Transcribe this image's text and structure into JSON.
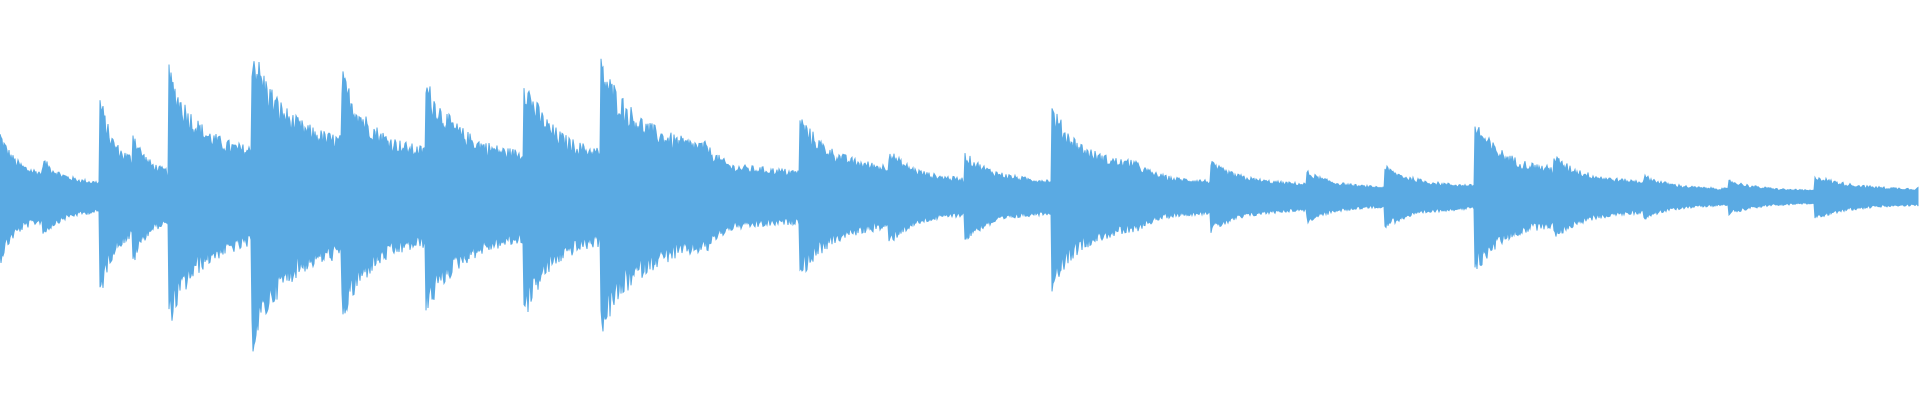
{
  "colors": {
    "background": "#ffffff",
    "waveform": "#5AAAE3"
  },
  "waveform": {
    "onsets": [
      {
        "t": 0.0,
        "a": 0.3
      },
      {
        "t": 0.022,
        "a": 0.18
      },
      {
        "t": 0.052,
        "a": 0.48
      },
      {
        "t": 0.069,
        "a": 0.32
      },
      {
        "t": 0.088,
        "a": 0.58
      },
      {
        "t": 0.131,
        "a": 0.7
      },
      {
        "t": 0.178,
        "a": 0.57
      },
      {
        "t": 0.222,
        "a": 0.53
      },
      {
        "t": 0.273,
        "a": 0.56
      },
      {
        "t": 0.313,
        "a": 0.62
      },
      {
        "t": 0.37,
        "a": 0.22
      },
      {
        "t": 0.417,
        "a": 0.37
      },
      {
        "t": 0.463,
        "a": 0.22
      },
      {
        "t": 0.503,
        "a": 0.2
      },
      {
        "t": 0.548,
        "a": 0.42
      },
      {
        "t": 0.589,
        "a": 0.18
      },
      {
        "t": 0.631,
        "a": 0.16
      },
      {
        "t": 0.681,
        "a": 0.12
      },
      {
        "t": 0.722,
        "a": 0.14
      },
      {
        "t": 0.769,
        "a": 0.35
      },
      {
        "t": 0.81,
        "a": 0.19
      },
      {
        "t": 0.857,
        "a": 0.1
      },
      {
        "t": 0.901,
        "a": 0.08
      },
      {
        "t": 0.946,
        "a": 0.1
      },
      {
        "t": 1.0,
        "a": 0.05
      }
    ]
  }
}
